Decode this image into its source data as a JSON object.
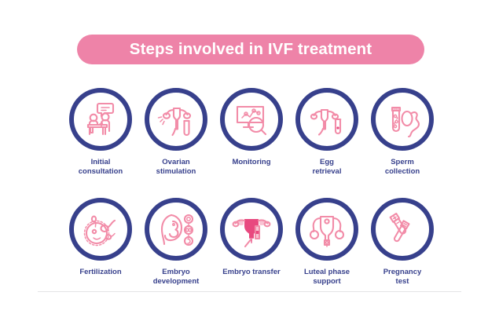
{
  "theme": {
    "background": "#ffffff",
    "banner_bg": "#EE83A8",
    "banner_text": "#ffffff",
    "ring_color": "#37408C",
    "label_color": "#37408C",
    "icon_pink": "#F28CA8",
    "icon_pink_dark": "#E8497F",
    "divider_color": "#E4E4E6"
  },
  "header": {
    "title": "Steps involved in IVF treatment"
  },
  "steps": [
    {
      "index": 1,
      "label": "Initial\nconsultation",
      "icon": "doctor-consultation-icon"
    },
    {
      "index": 2,
      "label": "Ovarian\nstimulation",
      "icon": "ovary-stimulation-icon"
    },
    {
      "index": 3,
      "label": "Monitoring",
      "icon": "monitor-chart-magnifier-icon"
    },
    {
      "index": 4,
      "label": "Egg\nretrieval",
      "icon": "uterus-test-tube-icon"
    },
    {
      "index": 5,
      "label": "Sperm\ncollection",
      "icon": "sperm-sample-cup-icon"
    },
    {
      "index": 6,
      "label": "Fertilization",
      "icon": "egg-sperm-fertilization-icon"
    },
    {
      "index": 7,
      "label": "Embryo\ndevelopment",
      "icon": "embryo-development-icon"
    },
    {
      "index": 8,
      "label": "Embryo transfer",
      "icon": "embryo-transfer-catheter-icon"
    },
    {
      "index": 9,
      "label": "Luteal phase\nsupport",
      "icon": "uterus-support-icon"
    },
    {
      "index": 10,
      "label": "Pregnancy\ntest",
      "icon": "pregnancy-test-stick-icon"
    }
  ],
  "rows": {
    "row_1_count": 5,
    "row_2_count": 5
  }
}
